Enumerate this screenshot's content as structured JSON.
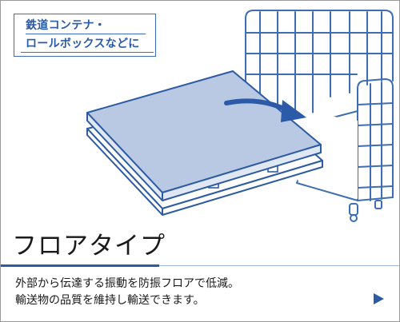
{
  "tag": {
    "line1": "鉄道コンテナ・",
    "line2": "ロールボックスなどに"
  },
  "title": "フロアタイプ",
  "description": {
    "line1": "外部から伝達する振動を防振フロアで低減。",
    "line2": "輸送物の品質を維持し輸送できます。"
  },
  "colors": {
    "accent": "#2d5ba3",
    "pallet_top": "#b9c9e3",
    "pallet_edge": "#2d5ba3",
    "cart_line": "#3d6db3",
    "arrow": "#2a5aa8"
  },
  "icons": {
    "next": "triangle-right-icon"
  }
}
